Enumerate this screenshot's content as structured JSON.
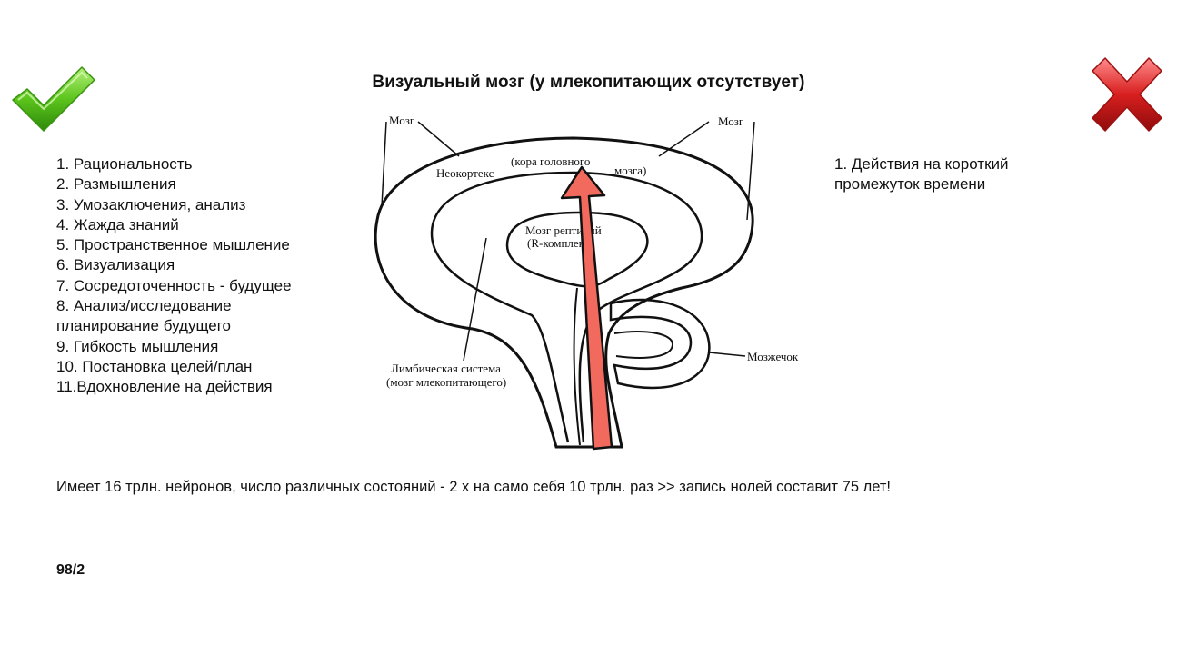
{
  "title": "Визуальный мозг (у млекопитающих отсутствует)",
  "icons": {
    "positive": "check-icon",
    "negative": "cross-icon"
  },
  "colors": {
    "check": "#5cc41c",
    "cross": "#d81f1f",
    "arrow": "#f26a5e"
  },
  "pros": [
    "1. Рациональность",
    "2. Размышления",
    "3. Умозаключения, анализ",
    "4. Жажда знаний",
    "5. Пространственное мышление",
    "6. Визуализация",
    "7. Сосредоточенность - будущее",
    "8. Анализ/исследование\nпланирование будущего",
    "9. Гибкость мышления",
    "10. Постановка целей/план",
    "11.Вдохновление на действия"
  ],
  "cons": [
    "1. Действия на короткий промежуток времени"
  ],
  "diagram": {
    "label_brain_left": "Мозг",
    "label_brain_right": "Мозг",
    "label_neocortex_1": "Неокортекс",
    "label_neocortex_2": "(кора головного",
    "label_neocortex_3": "мозга)",
    "label_reptile_1": "Мозг рептилий",
    "label_reptile_2": "(R-комплекс)",
    "label_limbic_1": "Лимбическая система",
    "label_limbic_2": "(мозг млекопитающего)",
    "label_cerebellum": "Мозжечок"
  },
  "facts": "Имеет 16 трлн. нейронов, число различных состояний - 2 х на само себя 10 трлн. раз >> запись нолей составит 75 лет!",
  "page_number": "98/2"
}
